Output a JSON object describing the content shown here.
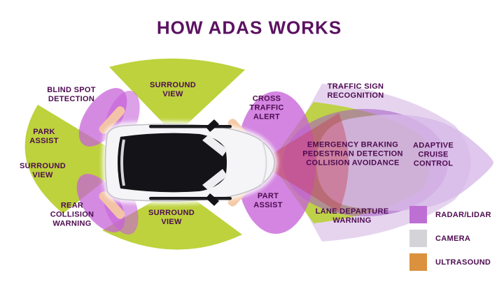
{
  "title": "HOW ADAS WORKS",
  "labels": {
    "blind_spot": {
      "lines": [
        "BLIND SPOT",
        "DETECTION"
      ]
    },
    "surround_top": {
      "lines": [
        "SURROUND",
        "VIEW"
      ]
    },
    "park_assist": {
      "lines": [
        "PARK",
        "ASSIST"
      ]
    },
    "surround_left": {
      "lines": [
        "SURROUND",
        "VIEW"
      ]
    },
    "rear_collision": {
      "lines": [
        "REAR",
        "COLLISION",
        "WARNING"
      ]
    },
    "surround_bottom": {
      "lines": [
        "SURROUND",
        "VIEW"
      ]
    },
    "cross_traffic": {
      "lines": [
        "CROSS",
        "TRAFFIC",
        "ALERT"
      ]
    },
    "part_assist": {
      "lines": [
        "PART",
        "ASSIST"
      ]
    },
    "traffic_sign": {
      "lines": [
        "TRAFFIC SIGN",
        "RECOGNITION"
      ]
    },
    "emergency": {
      "lines": [
        "EMERGENCY BRAKING",
        "PEDESTRIAN DETECTION",
        "COLLISION AVOIDANCE"
      ]
    },
    "adaptive": {
      "lines": [
        "ADAPTIVE",
        "CRUISE",
        "CONTROL"
      ]
    },
    "lane_departure": {
      "lines": [
        "LANE DEPARTURE",
        "WARNING"
      ]
    }
  },
  "legend": {
    "items": [
      {
        "label": "RADAR/LIDAR",
        "color": "#BE6FD4"
      },
      {
        "label": "CAMERA",
        "color": "#D4D4D8"
      },
      {
        "label": "ULTRASOUND",
        "color": "#DC913E"
      }
    ]
  },
  "colors": {
    "title_text": "#5B1261",
    "label_text": "#4D0B4F",
    "camera_green": "#B9D032",
    "radar_magenta": "#C763D8",
    "radar_mid": "#A55EC6",
    "radar_soft": "#D7B9E9",
    "radar_light": "#CDA9E0",
    "ultrasound_peach": "#F3C7A2",
    "front_coral": "#C73B52"
  }
}
